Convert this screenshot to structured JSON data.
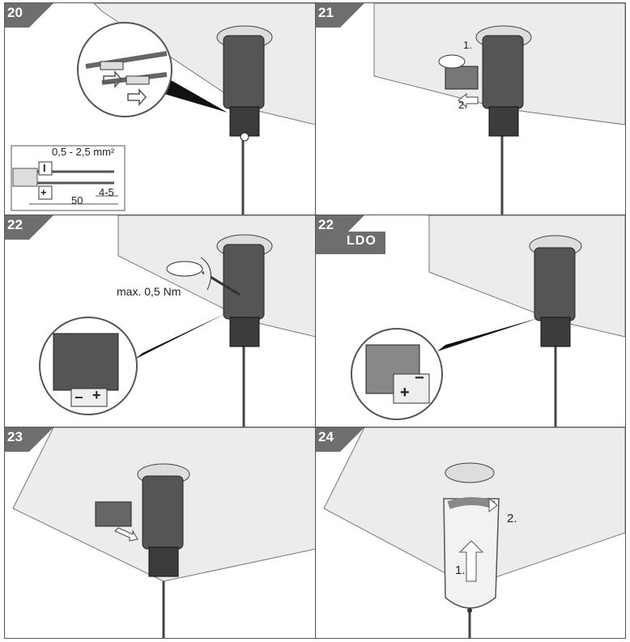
{
  "steps": {
    "s20": {
      "number": "20",
      "spec": "0,5 - 2,5 mm²",
      "minus": "I",
      "plus": "+",
      "len": "50",
      "strip": "4-5"
    },
    "s21": {
      "number": "21",
      "n1": "1.",
      "n2": "2."
    },
    "s22": {
      "number": "22",
      "torque": "max. 0,5 Nm",
      "minus": "−",
      "plus": "+"
    },
    "s22ldo": {
      "number": "22",
      "tag": "LDO",
      "minus": "−",
      "plus": "+"
    },
    "s23": {
      "number": "23"
    },
    "s24": {
      "number": "24",
      "n1": "1.",
      "n2": "2."
    }
  },
  "colors": {
    "tab": "#6e6e6e",
    "ceiling": "#ececec",
    "device": "#3c3c3c"
  }
}
